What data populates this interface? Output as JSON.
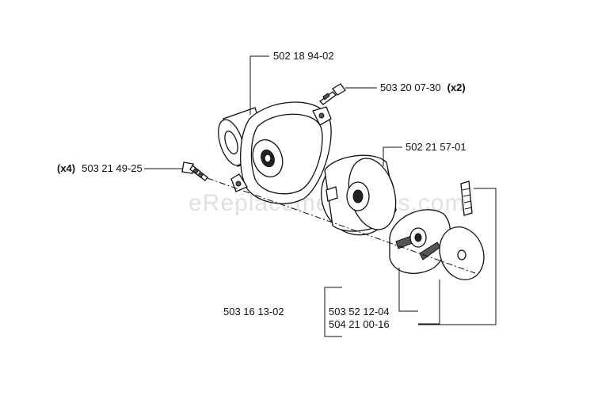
{
  "watermark": "eReplacementParts.com",
  "callouts": {
    "gear_housing": "502 18 94-02",
    "housing_screw": "503 20 07-30",
    "housing_screw_qty": "(x2)",
    "mount_screw_qty": "(x4)",
    "mount_screw": "503 21 49-25",
    "clutch_drum": "502 21 57-01",
    "part_503_16_13_02": "503 16 13-02",
    "part_503_52_12_04": "503 52 12-04",
    "part_504_21_00_16": "504 21 00-16"
  }
}
